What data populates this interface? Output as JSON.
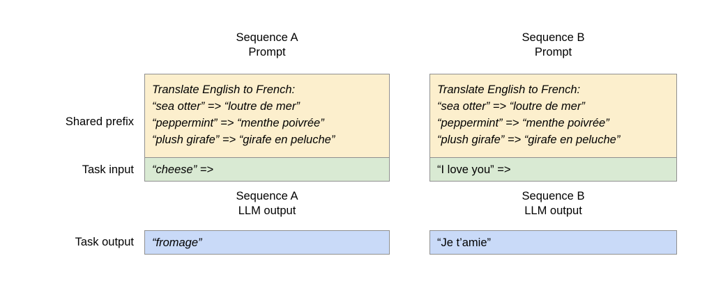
{
  "row_labels": {
    "shared_prefix": "Shared prefix",
    "task_input": "Task input",
    "task_output": "Task output"
  },
  "columns": {
    "sequence_a": {
      "prompt_header": {
        "line1": "Sequence A",
        "line2": "Prompt"
      },
      "output_header": {
        "line1": "Sequence A",
        "line2": "LLM output"
      },
      "shared_prefix_lines": [
        "Translate English to French:",
        "“sea otter” => “loutre de mer”",
        "“peppermint” => “menthe poivrée”",
        "“plush girafe” => “girafe en peluche”"
      ],
      "task_input": "“cheese” =>",
      "task_output": "“fromage”"
    },
    "sequence_b": {
      "prompt_header": {
        "line1": "Sequence B",
        "line2": "Prompt"
      },
      "output_header": {
        "line1": "Sequence B",
        "line2": "LLM output"
      },
      "shared_prefix_lines": [
        "Translate English to French:",
        "“sea otter” => “loutre de mer”",
        "“peppermint” => “menthe poivrée”",
        "“plush girafe” => “girafe en peluche”"
      ],
      "task_input": "“I love you” =>",
      "task_output": "“Je t’amie”"
    }
  },
  "colors": {
    "shared_prefix_fill": "#fcefcd",
    "task_input_fill": "#d9ead3",
    "task_output_fill": "#c9daf8",
    "box_border": "#8f8f8f",
    "text": "#000000",
    "background": "#ffffff"
  }
}
